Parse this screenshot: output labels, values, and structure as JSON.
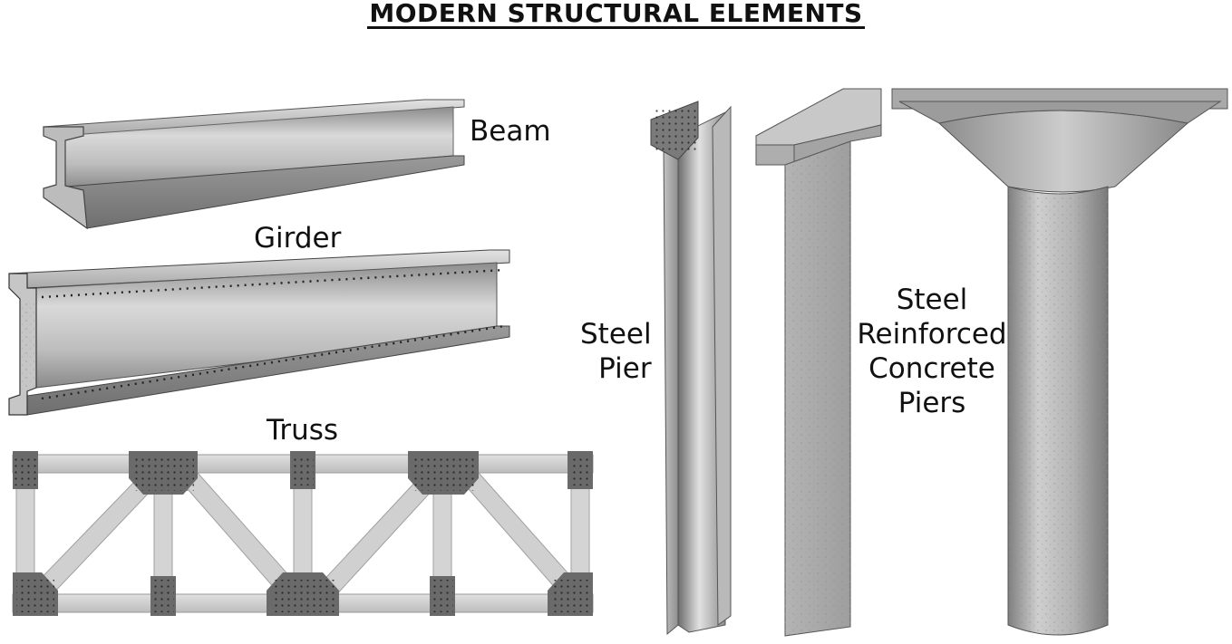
{
  "title": "MODERN STRUCTURAL ELEMENTS",
  "labels": {
    "beam": "Beam",
    "girder": "Girder",
    "truss": "Truss",
    "steel_pier": [
      "Steel",
      "Pier"
    ],
    "concrete_piers": [
      "Steel",
      "Reinforced",
      "Concrete",
      "Piers"
    ]
  },
  "colors": {
    "text": "#111111",
    "steel_light": "#d6d6d6",
    "steel_mid": "#a8a8a8",
    "steel_dark": "#6e6e6e",
    "concrete_light": "#c9c9c9",
    "concrete_mid": "#a9a9a9",
    "truss_member": "#d2d2d2",
    "truss_plate": "#6a6a6a"
  }
}
